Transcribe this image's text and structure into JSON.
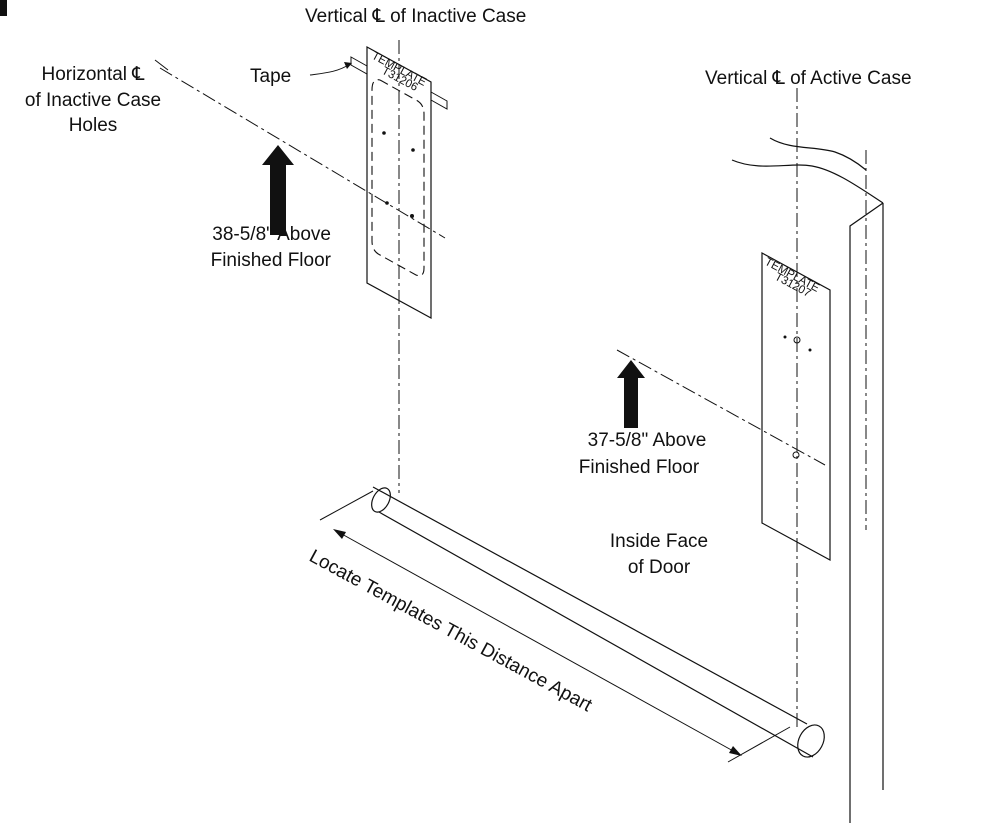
{
  "labels": {
    "vertical_inactive": "Vertical ℄ of Inactive Case",
    "horizontal_line1": "Horizontal ℄",
    "horizontal_line2": "of Inactive Case",
    "horizontal_line3": "Holes",
    "tape": "Tape",
    "vertical_active": "Vertical ℄ of Active Case",
    "inactive_height_line1": "38-5/8\" Above",
    "inactive_height_line2": "Finished Floor",
    "active_height_line1": "37-5/8\" Above",
    "active_height_line2": "Finished Floor",
    "inside_face_line1": "Inside Face",
    "inside_face_line2": "of Door",
    "distance_note": "Locate Templates This Distance Apart"
  },
  "templates": {
    "inactive": {
      "title": "TEMPLATE",
      "number": "T31206"
    },
    "active": {
      "title": "TEMPLATE",
      "number": "T31207"
    }
  }
}
